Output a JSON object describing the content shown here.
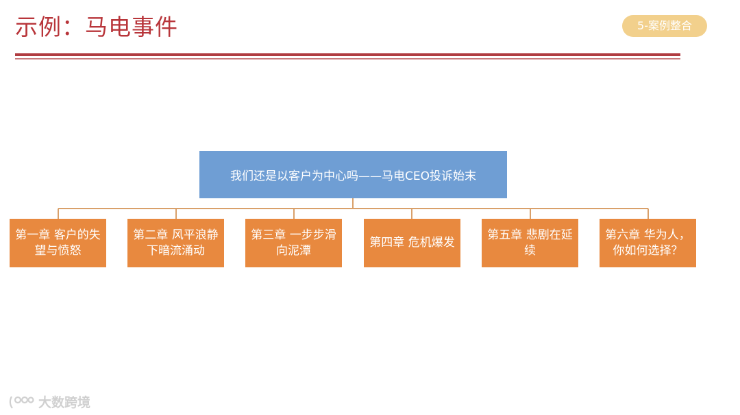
{
  "header": {
    "title": "示例：马电事件",
    "section_badge": "5-案例整合"
  },
  "diagram": {
    "root": "我们还是以客户为中心吗——马电CEO投诉始末",
    "children": [
      "第一章 客户的失望与愤怒",
      "第二章 风平浪静下暗流涌动",
      "第三章 一步步滑向泥潭",
      "第四章 危机爆发",
      "第五章 悲剧在延续",
      "第六章 华为人，你如何选择？"
    ]
  },
  "watermark": {
    "text": "大数跨境"
  },
  "colors": {
    "title": "#b8353a",
    "badge": "#f2d08c",
    "rule": "#b03c41",
    "root_fill": "#6f9ed4",
    "child_fill": "#e8893f",
    "connector": "#d9a06a"
  }
}
